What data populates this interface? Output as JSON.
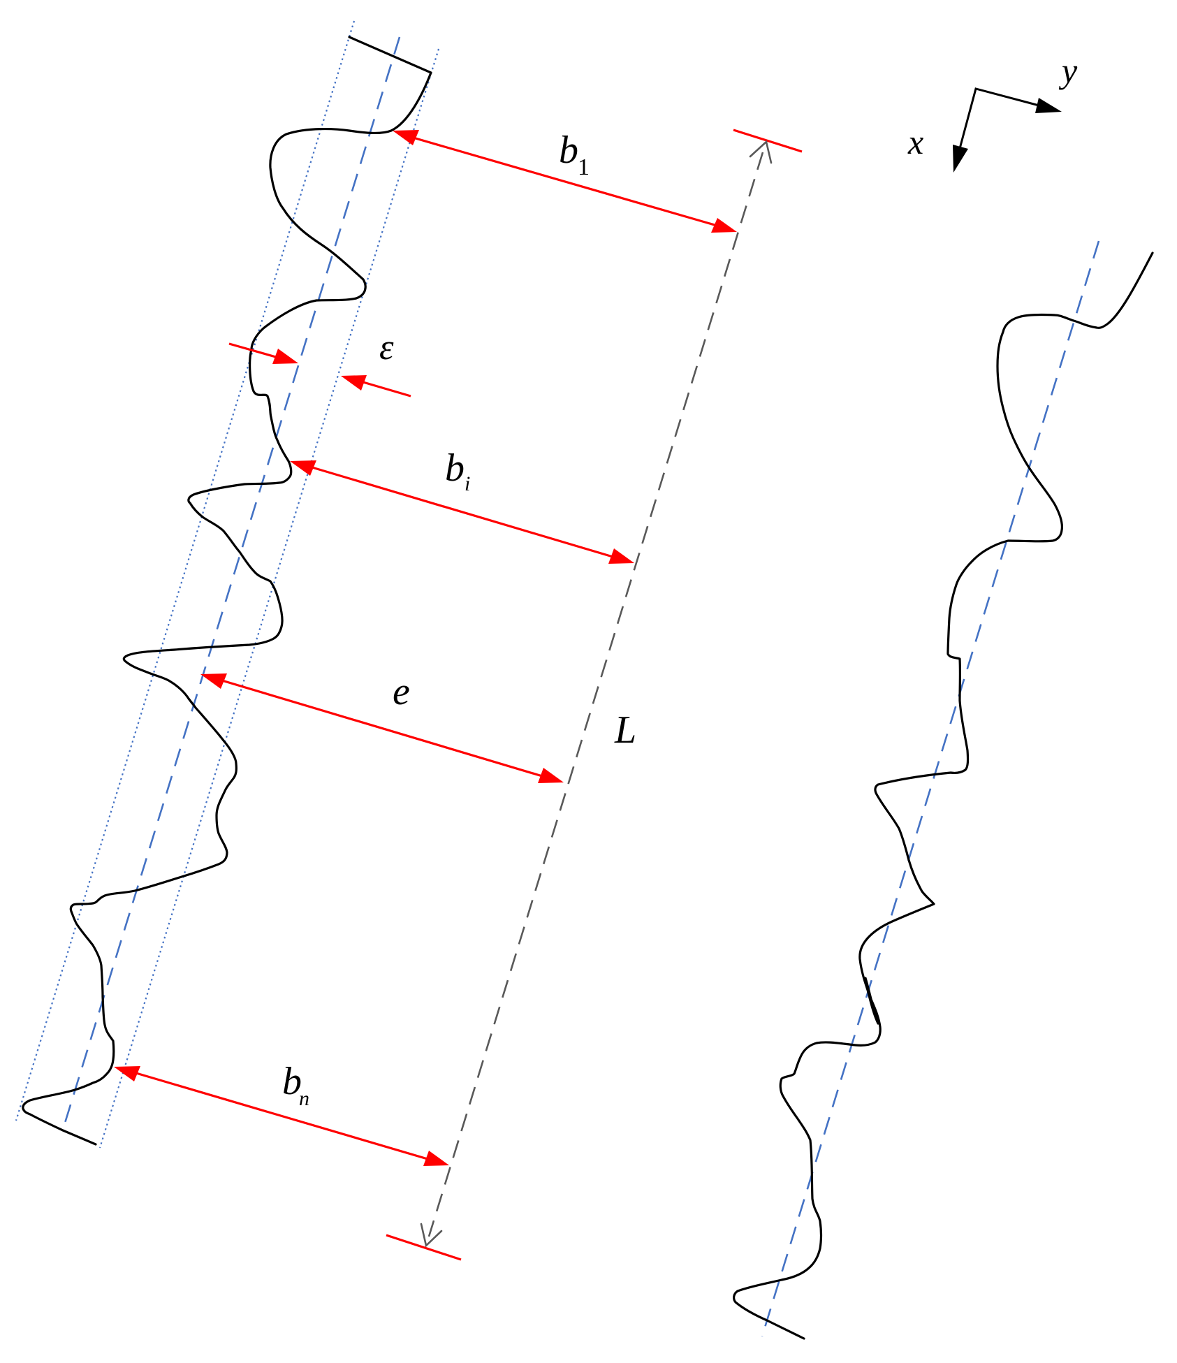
{
  "figure": {
    "description": "Schematic of a rough fracture/joint profile with aperture measurements",
    "colors": {
      "profile": "#000000",
      "mean_plane": "#4472c4",
      "band": "#4472c4",
      "dimension_arrow": "#ff0000",
      "length_line": "#595959",
      "axes": "#000000"
    }
  },
  "labels": {
    "b1_main": "b",
    "b1_sub": "1",
    "epsilon": "ε",
    "bi_main": "b",
    "bi_sub": "i",
    "e": "e",
    "L": "L",
    "bn_main": "b",
    "bn_sub": "n",
    "axis_x": "x",
    "axis_y": "y"
  },
  "annotations": [
    {
      "id": "b1",
      "meaning": "aperture at first measurement point"
    },
    {
      "id": "epsilon",
      "meaning": "tolerance band half-width around mean line"
    },
    {
      "id": "bi",
      "meaning": "aperture at i-th measurement point"
    },
    {
      "id": "e",
      "meaning": "mean aperture"
    },
    {
      "id": "L",
      "meaning": "length of profile"
    },
    {
      "id": "bn",
      "meaning": "aperture at n-th measurement point"
    }
  ]
}
